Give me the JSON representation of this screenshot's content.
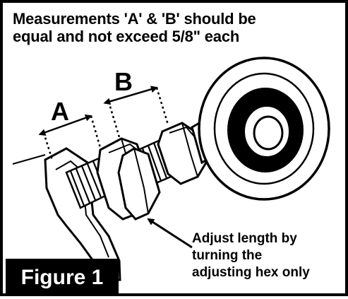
{
  "header": {
    "line1": "Measurements 'A' & 'B' should be",
    "line2": "equal and not exceed 5/8\" each"
  },
  "labels": {
    "a": "A",
    "b": "B"
  },
  "callout": {
    "line1": "Adjust length by",
    "line2": "turning the",
    "line3": "adjusting hex only"
  },
  "figure_label": "Figure 1"
}
